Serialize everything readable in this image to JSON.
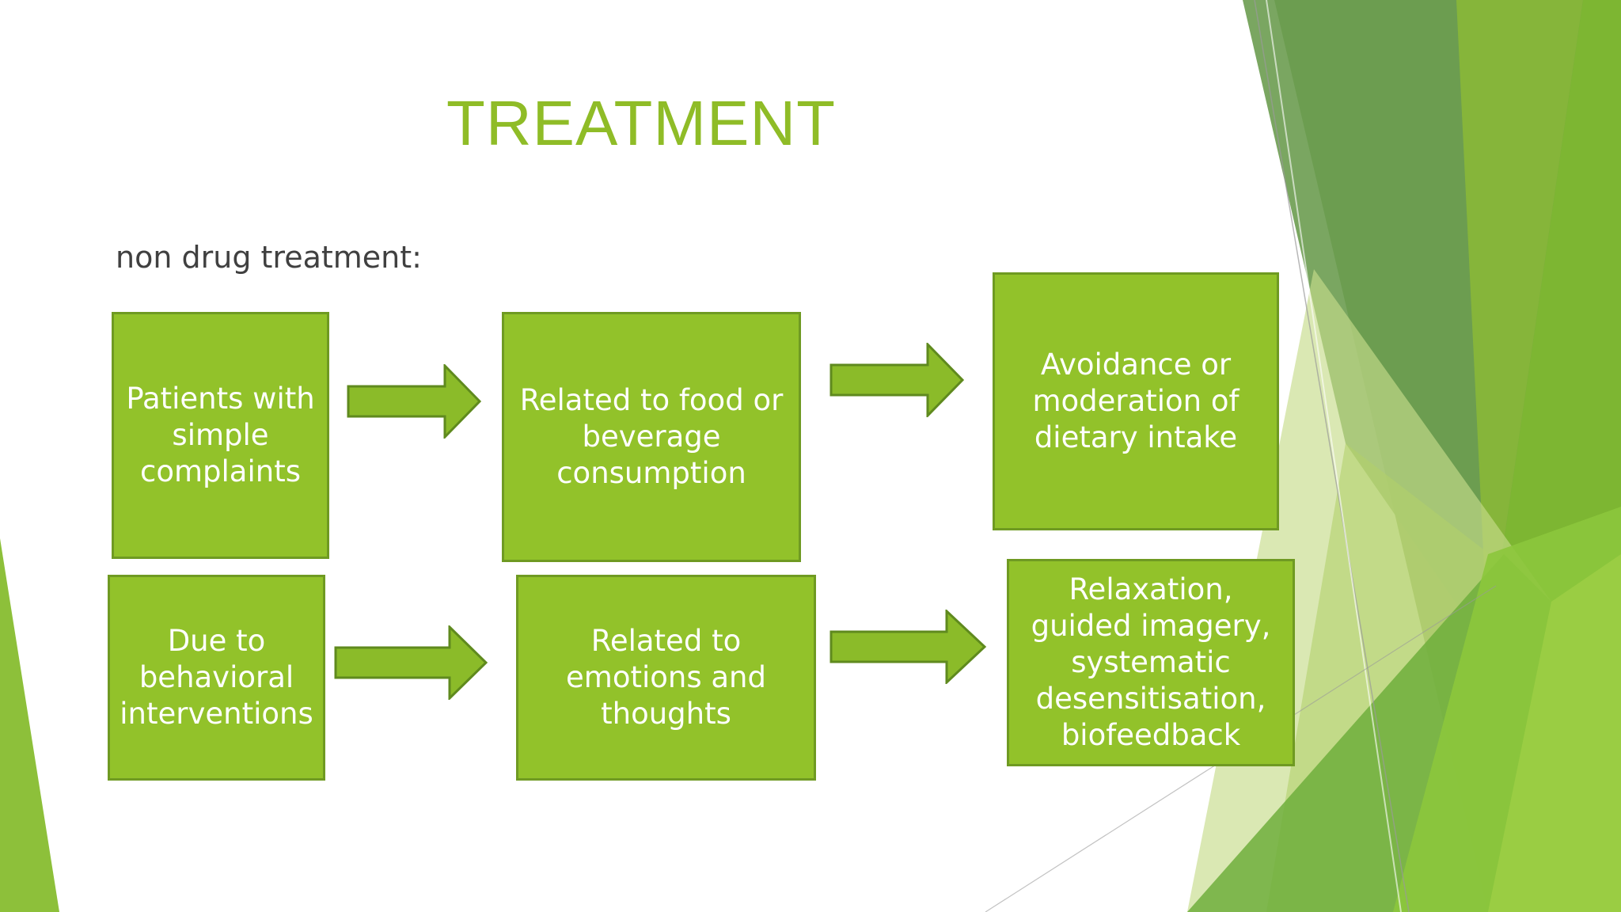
{
  "slide": {
    "title": "TREATMENT",
    "subtitle": "non drug treatment:"
  },
  "colors": {
    "accent": "#8fbc27",
    "box_fill": "#92c22a",
    "box_border": "#6f9a22",
    "arrow_fill": "#8bbb29",
    "arrow_border": "#5f8a1e"
  },
  "flow": {
    "row1": {
      "step1": "Patients with simple complaints",
      "step2": "Related to food or beverage consumption",
      "step3": "Avoidance or moderation of dietary intake"
    },
    "row2": {
      "step1": "Due to behavioral interventions",
      "step2": "Related to emotions and thoughts",
      "step3": "Relaxation, guided imagery, systematic desensitisation, biofeedback"
    }
  }
}
